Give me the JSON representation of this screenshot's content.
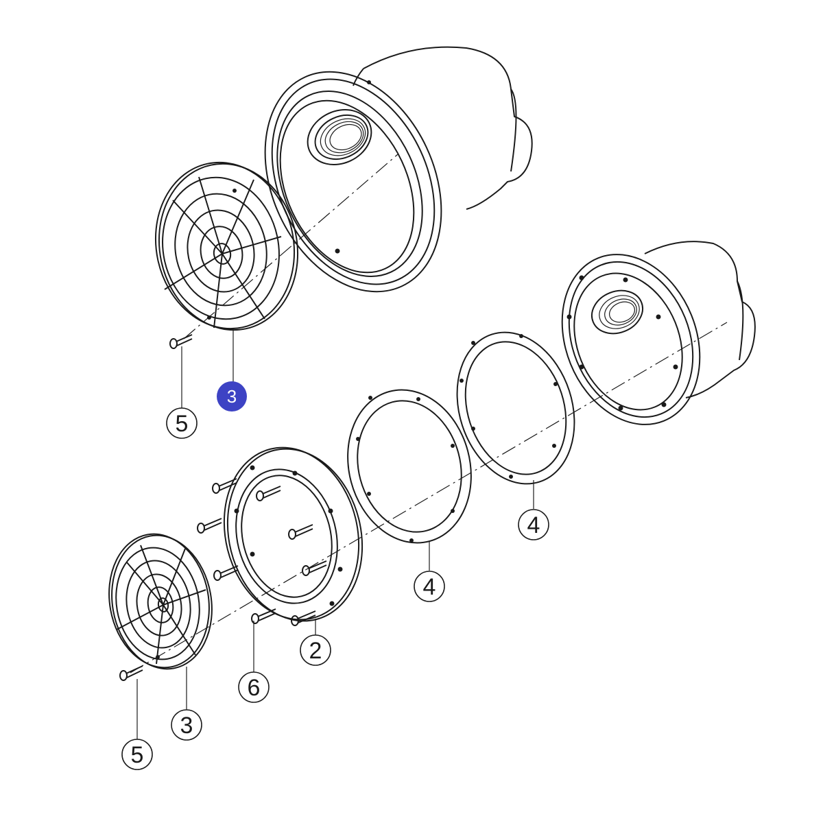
{
  "callouts": [
    {
      "id": "c-3-top",
      "label": "3",
      "highlighted": true
    },
    {
      "id": "c-5-top",
      "label": "5"
    },
    {
      "id": "c-4-right",
      "label": "4"
    },
    {
      "id": "c-4-mid",
      "label": "4"
    },
    {
      "id": "c-2",
      "label": "2"
    },
    {
      "id": "c-6",
      "label": "6"
    },
    {
      "id": "c-3-bottom",
      "label": "3"
    },
    {
      "id": "c-5-bottom",
      "label": "5"
    }
  ],
  "colors": {
    "line": "#1a1a1a",
    "highlight": "#3d43c4",
    "background": "#ffffff"
  }
}
